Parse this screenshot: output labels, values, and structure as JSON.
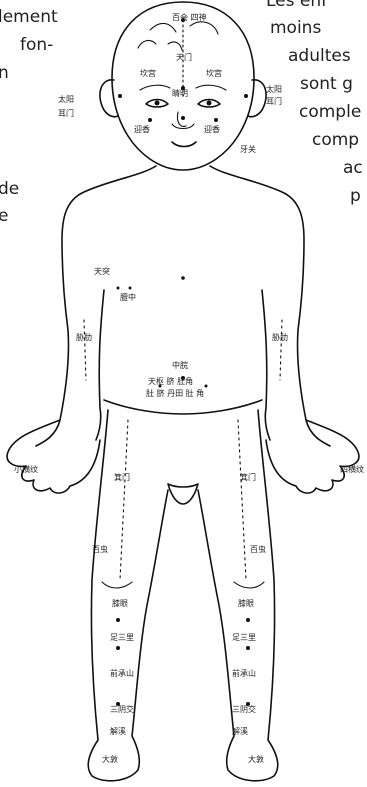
{
  "left_column": [
    "lement",
    "fon-",
    "n",
    "de",
    "e"
  ],
  "right_column": [
    "Les enf",
    "moins",
    "adultes",
    "sont g",
    "comple",
    "comp",
    "ac",
    "p"
  ],
  "labels": {
    "baihui": "百会\n四神",
    "tianmen": "天门",
    "kangong_l": "坎宫",
    "kangong_r": "坎宫",
    "taiyang_l": "太阳",
    "taiyang_r": "太阳",
    "erhou_l": "耳门",
    "erhou_r": "耳门",
    "jingming": "睛明",
    "yingxiang_l": "迎香",
    "yingxiang_r": "迎香",
    "yaya": "牙关",
    "tiantu": "天突",
    "danzhong": "膻中",
    "zhongwan": "中脘",
    "tianshu": "天枢 脐 肚角",
    "duqi": "肚 脐 丹田 肚 角",
    "xie_l": "胁肋",
    "xie_r": "胁肋",
    "baichong_l": "百虫",
    "baichong_r": "百虫",
    "jixian_l": "箕门",
    "jixian_r": "箕门",
    "xiyan_l": "膝眼",
    "xiyan_r": "膝眼",
    "zusanli_l": "足三里",
    "zusanli_r": "足三里",
    "qianchengshan_l": "前承山",
    "qianchengshan_r": "前承山",
    "sanyinjiao_l": "三阴交",
    "sanyinjiao_r": "三阴交",
    "jiexi_l": "解溪",
    "jiexi_r": "解溪",
    "dadun_l": "大敦",
    "dadun_r": "大敦",
    "xiaohengwen_l": "小横纹",
    "xiaohengwen_r": "四横纹"
  }
}
